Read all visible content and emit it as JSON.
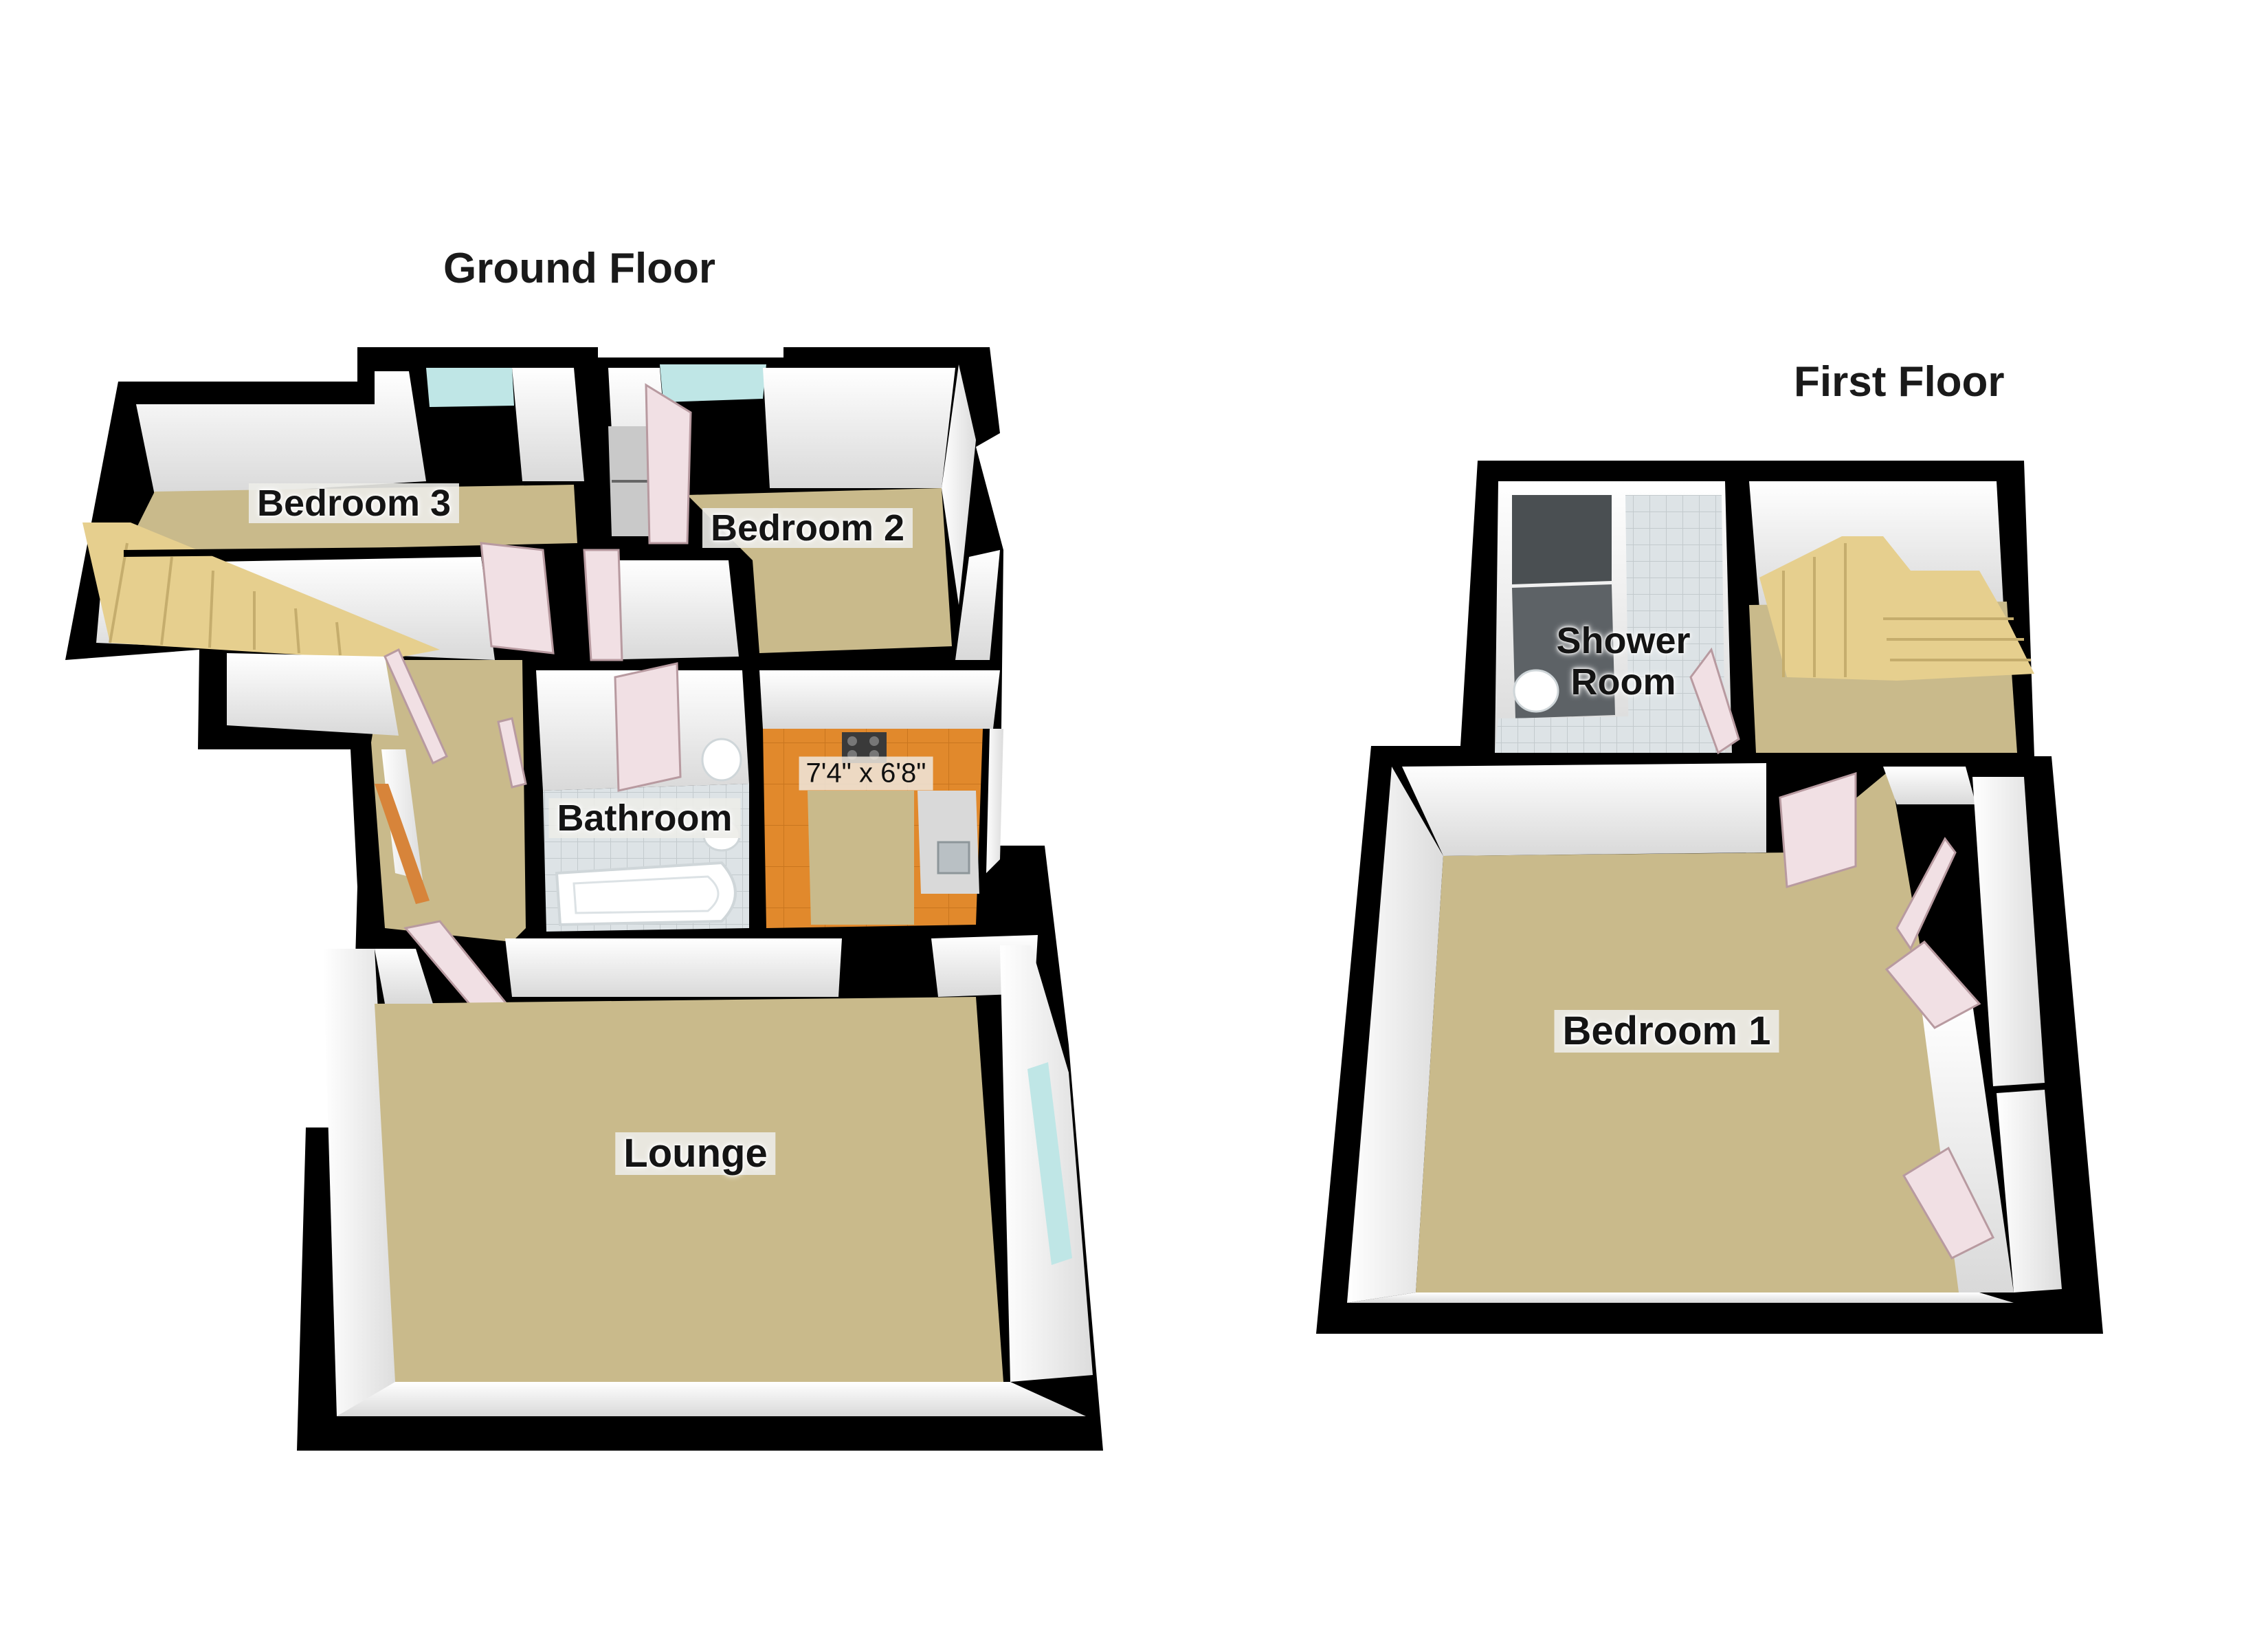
{
  "floors": {
    "ground": {
      "title": "Ground Floor"
    },
    "first": {
      "title": "First Floor"
    }
  },
  "rooms": {
    "bedroom3": "Bedroom 3",
    "bedroom2": "Bedroom 2",
    "bathroom": "Bathroom",
    "kitchen_dims": "7'4\" x 6'8\"",
    "lounge": "Lounge",
    "shower_room": "Shower Room",
    "shower_room_line1": "Shower",
    "shower_room_line2": "Room",
    "bedroom1": "Bedroom 1"
  },
  "colors": {
    "wall": "#000000",
    "carpet": "#c8b98a",
    "kitchen_floor": "#e08a2e",
    "tile": "#d7dde0",
    "wall_face": "#eeeeee",
    "window": "#bfe6e6"
  }
}
